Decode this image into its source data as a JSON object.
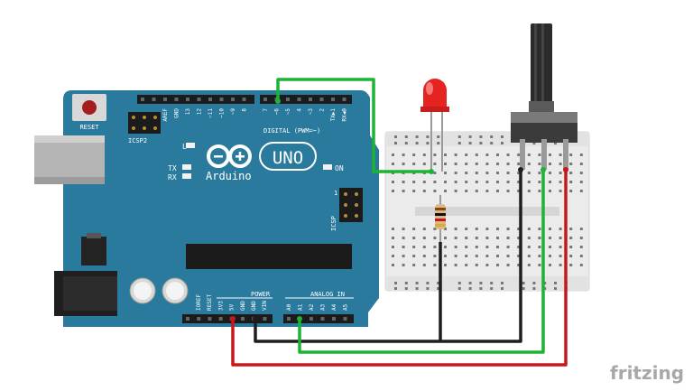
{
  "board": {
    "brand": "Arduino",
    "model": "UNO",
    "reset_label": "RESET",
    "icsp2_label": "ICSP2",
    "icsp_label": "ICSP",
    "digital_header_label": "DIGITAL (PWM=~)",
    "power_header_label": "POWER",
    "analog_header_label": "ANALOG IN",
    "led_l": "L",
    "led_tx": "TX",
    "led_rx": "RX",
    "led_on": "ON",
    "icsp_pin_1": "1",
    "digital_pins": [
      "AREF",
      "GND",
      "13",
      "12",
      "~11",
      "~10",
      "~9",
      "8",
      "7",
      "~6",
      "~5",
      "4",
      "~3",
      "2",
      "TX▶1",
      "RX◀0"
    ],
    "power_pins": [
      "IOREF",
      "RESET",
      "3V3",
      "5V",
      "GND",
      "GND",
      "VIN"
    ],
    "analog_pins": [
      "A0",
      "A1",
      "A2",
      "A3",
      "A4",
      "A5"
    ]
  },
  "watermark": "fritzing",
  "colors": {
    "board": "#2a7a9d",
    "wire_green": "#1db335",
    "wire_red": "#c7171b",
    "wire_black": "#1e1e1e",
    "led": "#e52421",
    "breadboard": "#ececec"
  },
  "connections": [
    {
      "from": "pin 6",
      "to": "LED anode",
      "color": "green"
    },
    {
      "from": "5V",
      "to": "potentiometer",
      "color": "red"
    },
    {
      "from": "GND",
      "to": "potentiometer / resistor",
      "color": "black"
    },
    {
      "from": "A0",
      "to": "potentiometer wiper",
      "color": "green"
    }
  ]
}
